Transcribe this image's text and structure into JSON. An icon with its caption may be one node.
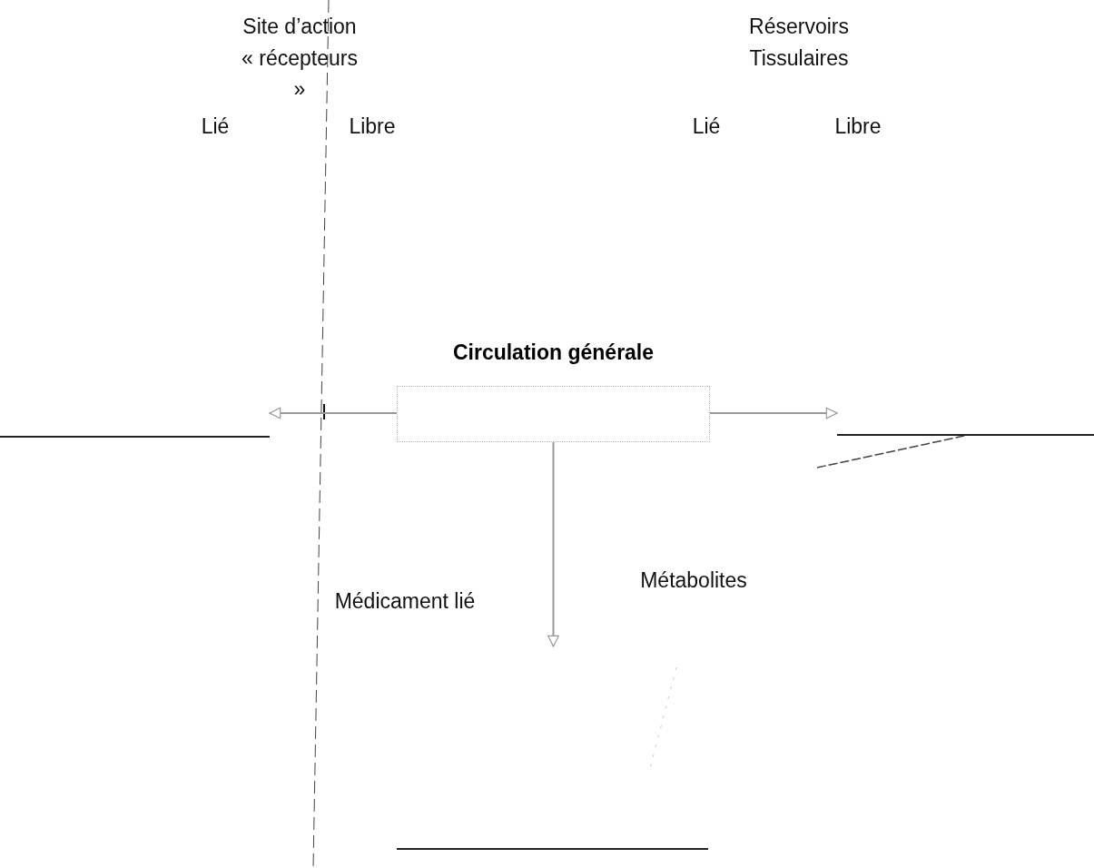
{
  "diagram": {
    "nodes": [
      {
        "text": [
          "Circulation générale"
        ]
      },
      {
        "text": [],
        "shape": "bar"
      },
      {
        "text": [],
        "shape": "bar"
      }
    ],
    "edges": [
      {
        "from": 0,
        "to": 1,
        "arrow": "to"
      },
      {
        "from": 0,
        "to": 2,
        "arrow": "to"
      },
      {
        "from": 0,
        "to": null,
        "arrow": "to"
      }
    ],
    "labels": [
      "Site d’action « récepteurs »",
      "Réservoirs Tissulaires",
      "Lié",
      "Libre",
      "Lié",
      "Libre",
      "Métabolites",
      "Médicament lié"
    ]
  }
}
